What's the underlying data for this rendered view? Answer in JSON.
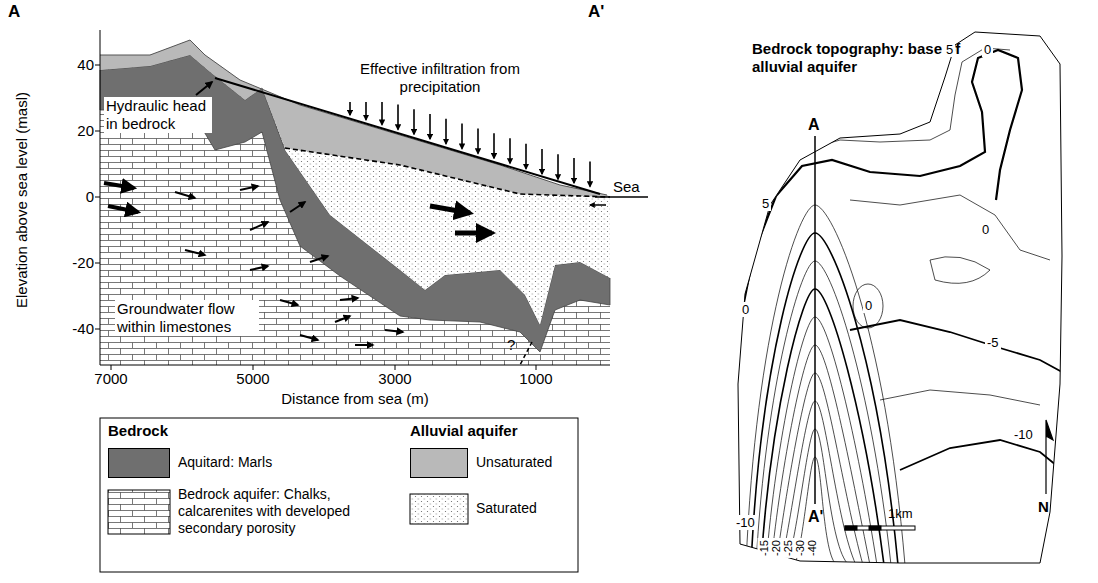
{
  "diagram": {
    "labels": [
      "A",
      "A'",
      "Effective infiltration from precipitation",
      "Hydraulic head in bedrock",
      "Sea",
      "Elevation above sea level (masl)",
      "40",
      "20",
      "0",
      "-20",
      "-40",
      "Groundwater flow within limestones",
      "?",
      "7000",
      "5000",
      "3000",
      "1000",
      "Distance from sea (m)",
      "Bedrock",
      "Alluvial aquifer",
      "Bedrock topography: base of alluvial aquifer",
      "5",
      "0",
      "A",
      "5",
      "0",
      "0",
      "0",
      "-5",
      "-10",
      "-10",
      "-15",
      "-20",
      "-25",
      "-30",
      "-40",
      "A'",
      "1km",
      "N"
    ],
    "legend": [
      {
        "text": "Aquitard: Marls",
        "color": "#6f6f6f"
      },
      {
        "text": "Bedrock aquifer: Chalks, calcarenites with developed secondary porosity"
      },
      {
        "text": "Unsaturated",
        "color": "#b9b9b9"
      },
      {
        "text": "Saturated"
      }
    ]
  }
}
